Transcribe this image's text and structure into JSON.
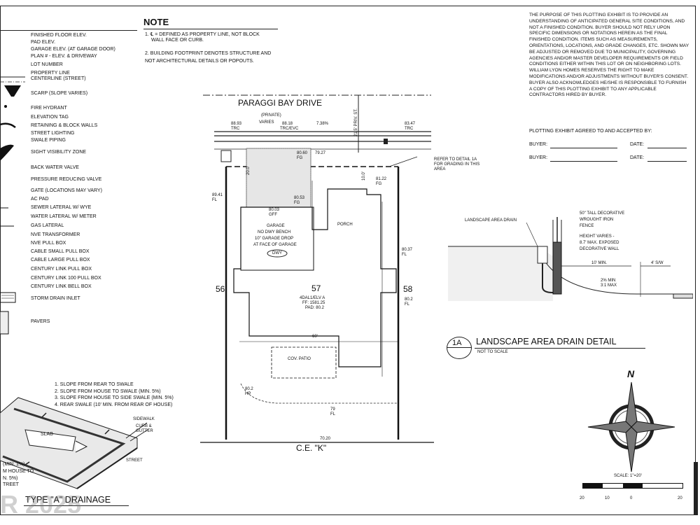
{
  "legend": {
    "items": [
      "FINISHED FLOOR ELEV.",
      "PAD ELEV.",
      "GARAGE ELEV. (AT GARAGE DOOR)",
      "PLAN # - ELEV. & DRIVEWAY",
      "LOT NUMBER",
      "PROPERTY LINE",
      "CENTERLINE (STREET)",
      "SCARP (SLOPE VARIES)",
      "FIRE HYDRANT",
      "ELEVATION TAG",
      "RETAINING & BLOCK WALLS",
      "STREET LIGHTING",
      "SWALE PIPING",
      "SIGHT VISIBILITY ZONE",
      "BACK WATER VALVE",
      "PRESSURE REDUCING VALVE",
      "GATE (LOCATIONS MAY VARY)",
      "AC PAD",
      "SEWER LATERAL W/ WYE",
      "WATER LATERAL W/ METER",
      "GAS LATERAL",
      "NVE TRANSFORMER",
      "NVE PULL BOX",
      "CABLE SMALL PULL BOX",
      "CABLE LARGE PULL BOX",
      "CENTURY LINK PULL BOX",
      "CENTURY LINK 100 PULL BOX",
      "CENTURY LINK BELL BOX",
      "STORM DRAIN INLET",
      "PAVERS"
    ]
  },
  "note": {
    "title": "NOTE",
    "line1": "1.  ℄  = DEFINED AS PROPERTY LINE, NOT BLOCK",
    "line1b": "WALL FACE OR CURB.",
    "line2": "2.  BUILDING FOOTPRINT DENOTES STRUCTURE AND",
    "line2b": "NOT ARCHITECTURAL DETAILS OR POPOUTS."
  },
  "disclaimer": "THE PURPOSE OF THIS PLOTTING EXHIBIT IS TO PROVIDE AN UNDERSTANDING OF ANTICIPATED GENERAL SITE CONDITIONS, AND NOT A FINISHED CONDITION. BUYER SHOULD NOT RELY UPON SPECIFIC DIMENSIONS OR NOTATIONS HEREIN AS THE FINAL FINISHED CONDITION. ITEMS SUCH AS MEASUREMENTS, ORIENTATIONS, LOCATIONS, AND GRADE CHANGES, ETC. SHOWN MAY BE ADJUSTED OR REMOVED DUE TO MUNICIPALITY, GOVERNING AGENCIES AND/OR MASTER DEVELOPER REQUIREMENTS OR FIELD CONDITIONS EITHER WITHIN THIS LOT OR ON NEIGHBORING LOTS. WILLIAM LYON HOMES RESERVES THE RIGHT TO MAKE MODIFICATIONS AND/OR ADJUSTMENTS WITHOUT BUYER'S CONSENT. BUYER ALSO ACKNOWLEDGES HE/SHE IS RESPONSIBLE TO FURNISH A COPY OF THIS PLOTTING EXHIBIT TO ANY APPLICABLE CONTRACTORS HIRED BY BUYER.",
  "agreement": {
    "heading": "PLOTTING EXHIBIT AGREED TO AND ACCEPTED BY:",
    "buyer1": "BUYER:",
    "date1": "DATE:",
    "buyer2": "BUYER:",
    "date2": "DATE:"
  },
  "plan": {
    "street": "PARAGGI BAY DRIVE",
    "private": "(PRIVATE)",
    "varies": "VARIES",
    "tc1": "88.93",
    "tc1b": "TRC",
    "tc2": "88.18",
    "tc2b": "TRC/EVC",
    "slope_top": "7.38%",
    "tc3": "83.47",
    "tc3b": "TRC",
    "row_label": "21.5' PRIV. ST.",
    "refer": "REFER TO DETAIL 1A FOR GRADING IN THIS AREA",
    "lot_left": "56",
    "lot_right": "58",
    "lot_num": "57",
    "plan_label": "4DAL1/ELV A",
    "ff": "FF: 1581.25",
    "pad": "PAD: 80.2",
    "garage": "GARAGE",
    "garage2": "NO DWY BENCH",
    "garage3": "10\" GARAGE DROP",
    "garage4": "AT FACE OF GARAGE",
    "dwy": "DWY",
    "porch": "PORCH",
    "patio": "COV. PATIO",
    "gff": "80.03",
    "gff2": "GFF",
    "e1": "80.53",
    "e1b": "FG",
    "e2": "81.22",
    "e2b": "FG",
    "e3": "89.41",
    "e3b": "FL",
    "e4": "80.60",
    "e4b": "FG",
    "e5": "79.27",
    "e6": "80.37",
    "e6b": "FL",
    "e7": "80.2",
    "e7b": "FL",
    "e8": "80.2",
    "e8b": "HP",
    "e9": "79",
    "e9b": "FL",
    "e10": "70.20",
    "dim_top": "20.0'",
    "dim_side": "10.0'",
    "dim_width": "60'",
    "bottom_street": "C.E. \"K\""
  },
  "drain_detail": {
    "landscape_drain": "LANDSCAPE AREA DRAIN",
    "fence1": "50\" TALL DECORATIVE",
    "fence2": "WROUGHT IRON",
    "fence3": "FENCE",
    "wall1": "HEIGHT VARIES -",
    "wall2": "8.7' MAX. EXPOSED",
    "wall3": "DECORATIVE WALL",
    "min10": "10' MIN.",
    "sw": "4' S/W",
    "slope1": "2% MIN",
    "slope2": "3:1 MAX",
    "badge": "1A",
    "title": "LANDSCAPE AREA DRAIN DETAIL",
    "subtitle": "NOT TO SCALE"
  },
  "compass": {
    "north": "N",
    "scale": "SCALE: 1\"=20'",
    "s1": "20",
    "s2": "10",
    "s3": "0",
    "s4": "20"
  },
  "drainage": {
    "n1": "1. SLOPE FROM REAR TO SWALE",
    "n2": "2. SLOPE FROM HOUSE TO SWALE (MIN. 5%)",
    "n3": "3. SLOPE FROM HOUSE TO SIDE SWALE (MIN. 5%)",
    "n4": "4. REAR SWALE (10' MIN. FROM REAR OF HOUSE)",
    "sidewalk": "SIDEWALK",
    "curb": "CURB &",
    "gutter": "GUTTER",
    "street": "STREET",
    "slab": "SLAB",
    "l1": "(MIN. 1%)",
    "l2": "M HOUSE TO",
    "l3": "N. 5%)",
    "l4": "TREET",
    "title": "TYPE \"A\" DRAINAGE",
    "watermark": "R 2025"
  }
}
